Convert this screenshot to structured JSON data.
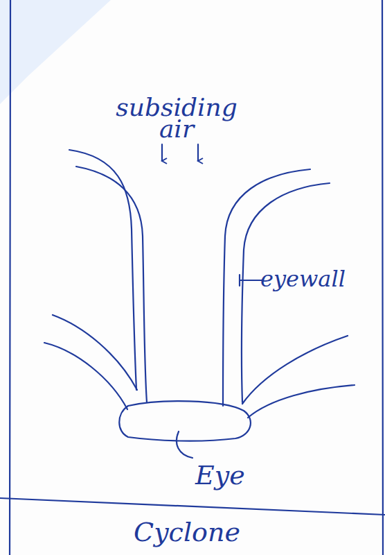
{
  "diagram": {
    "caption": "Cyclone",
    "labels": [
      "subsiding air",
      "eyewall",
      "Eye"
    ]
  }
}
